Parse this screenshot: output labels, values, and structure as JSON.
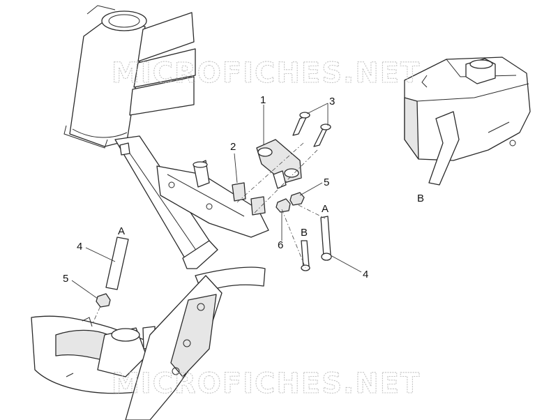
{
  "watermark": {
    "text": "MICROFICHES.NET"
  },
  "callouts": {
    "c1": "1",
    "c2": "2",
    "c3": "3",
    "c4_left": "4",
    "c4_right": "4",
    "c5_left": "5",
    "c5_right": "5",
    "c6": "6",
    "a_left": "A",
    "a_right": "A",
    "b_mid": "B",
    "b_tank": "B"
  },
  "colors": {
    "line": "#2a2a2a",
    "watermark": "#b9b9b9",
    "background": "#ffffff"
  }
}
